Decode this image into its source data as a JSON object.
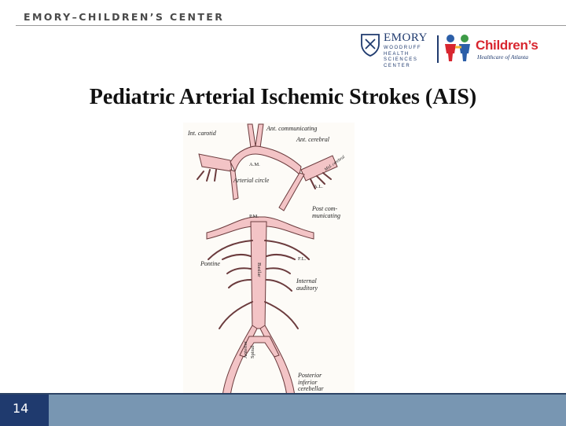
{
  "header": {
    "title": "EMORY–CHILDREN’S CENTER"
  },
  "logos": {
    "emory": {
      "name": "EMORY",
      "subtitle": "WOODRUFF HEALTH SCIENCES CENTER"
    },
    "childrens": {
      "name": "Children’s",
      "subtitle": "Healthcare of Atlanta"
    }
  },
  "slide": {
    "title": "Pediatric Arterial Ischemic Strokes (AIS)",
    "number": "14"
  },
  "figure": {
    "labels": {
      "int_carotid": "Int. carotid",
      "ant_communicating": "Ant. communicating",
      "ant_cerebral": "Ant. cerebral",
      "am": "A.M.",
      "arterial_circle": "Arterial circle",
      "pm": "P.M.",
      "post_communicating": "Post com-\nmunicating",
      "pontine": "Pontine",
      "basilar": "Basilar",
      "internal_auditory": "Internal\nauditory",
      "anterior_spinal": "Anterior\nSpinal",
      "posterior_inferior_cerebellar": "Posterior\ninferior\ncerebellar",
      "fl": "F.L.",
      "al": "A.L.",
      "mid_cerebral": "Mid. cerebral"
    }
  },
  "colors": {
    "artery_fill": "#f3c4c6",
    "artery_stroke": "#6b3b3d",
    "header_text": "#4a4a4a",
    "footer_bar": "#7896b2",
    "footer_box": "#1f3a6e",
    "emory_blue": "#1f3a6e",
    "childrens_red": "#d8262f"
  }
}
